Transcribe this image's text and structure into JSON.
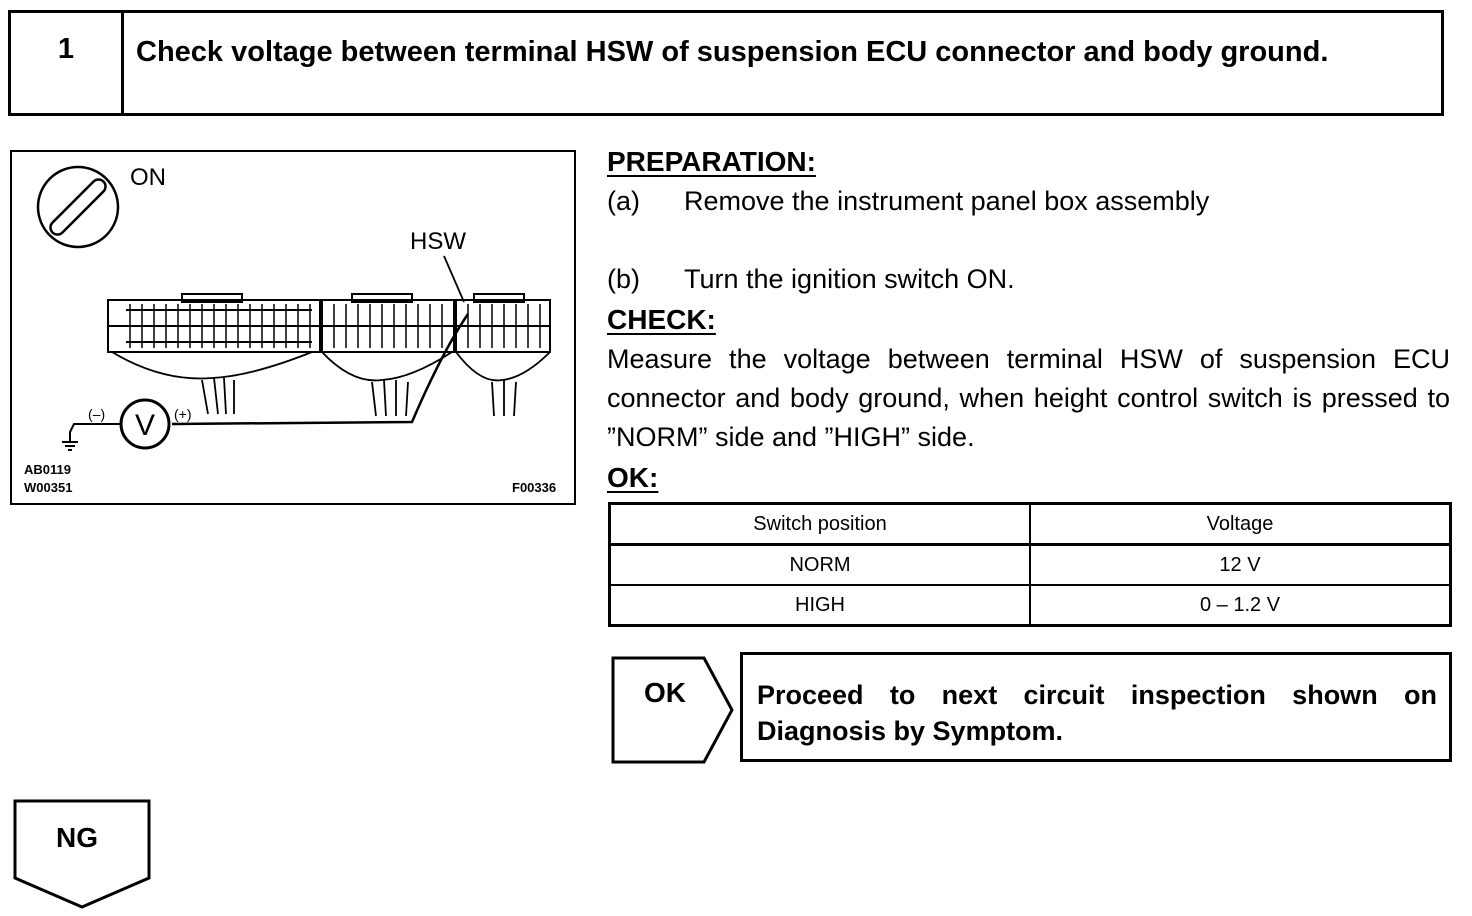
{
  "step": {
    "number": "1",
    "title": "Check voltage between terminal HSW of suspension ECU connector and body ground."
  },
  "figure": {
    "ignition_label": "ON",
    "terminal_label": "HSW",
    "meter_symbol": "V",
    "minus_label": "(–)",
    "plus_label": "(+)",
    "code_1": "AB0119",
    "code_2": "W00351",
    "code_3": "F00336"
  },
  "preparation": {
    "heading": "PREPARATION:",
    "steps": [
      {
        "label": "(a)",
        "text": "Remove the instrument panel box assembly"
      },
      {
        "label": "(b)",
        "text": "Turn the ignition switch ON."
      }
    ]
  },
  "check": {
    "heading": "CHECK:",
    "text": "Measure the voltage between terminal HSW of suspension ECU connector and body ground, when height control switch is pressed to ”NORM” side and ”HIGH” side."
  },
  "ok": {
    "heading": "OK:",
    "table": {
      "headers": [
        "Switch position",
        "Voltage"
      ],
      "rows": [
        [
          "NORM",
          "12 V"
        ],
        [
          "HIGH",
          "0 – 1.2 V"
        ]
      ]
    }
  },
  "result_ok": {
    "label": "OK",
    "text": "Proceed to next circuit inspection shown on Diagnosis by Symptom."
  },
  "result_ng": {
    "label": "NG"
  }
}
